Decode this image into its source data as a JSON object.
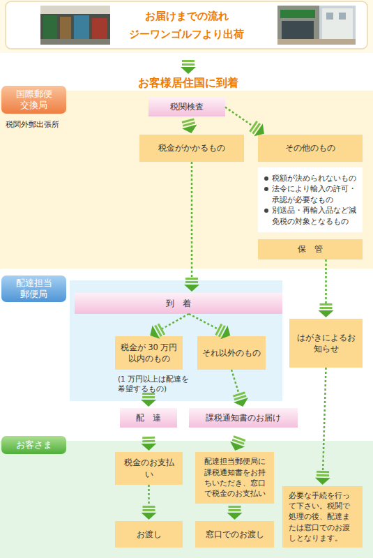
{
  "diagram": {
    "nodes": [
      {
        "text": [
          "お届けまでの流れ",
          "ジーワンゴルフより出荷"
        ]
      },
      {
        "text": [
          "国際郵便交換局",
          "税関外郵出張所"
        ]
      },
      {
        "text": [
          "税関検査"
        ]
      },
      {
        "text": [
          "税金がかかるもの"
        ]
      },
      {
        "text": [
          "その他のもの"
        ]
      },
      {
        "text": [
          "税額が決められないもの",
          "法令により輸入の許可・承認が必要なもの",
          "別送品・再輸入品など減免税の対象となるもの"
        ]
      },
      {
        "text": [
          "保管"
        ]
      },
      {
        "text": [
          "配達担当郵便局"
        ]
      },
      {
        "text": [
          "到着"
        ]
      },
      {
        "text": [
          "税金が 30 万円以内のもの",
          "(1 万円以上は配達を希望するもの)"
        ]
      },
      {
        "text": [
          "それ以外のもの"
        ]
      },
      {
        "text": [
          "はがきによるお知らせ"
        ]
      },
      {
        "text": [
          "お客さま"
        ]
      },
      {
        "text": [
          "配達"
        ]
      },
      {
        "text": [
          "課税通知書のお届け"
        ]
      },
      {
        "text": [
          "税金のお支払い"
        ]
      },
      {
        "text": [
          "配達担当郵便局に課税通知書をお持ちいただき、窓口で税金のお支払い"
        ]
      },
      {
        "text": [
          "必要な手続を行って下さい。税関で処理の後、配達または窓口でのお渡しとなります。"
        ]
      },
      {
        "text": [
          "お渡し"
        ]
      },
      {
        "text": [
          "窓口でのお渡し"
        ]
      }
    ],
    "edges": [
      {
        "from": 2,
        "to": 3,
        "arrow": "to"
      },
      {
        "from": 2,
        "to": 4,
        "arrow": "to"
      },
      {
        "from": 3,
        "to": 8,
        "arrow": "to"
      },
      {
        "from": 6,
        "to": 11,
        "arrow": "to"
      },
      {
        "from": 8,
        "to": 9,
        "arrow": "to"
      },
      {
        "from": 8,
        "to": 10,
        "arrow": "to"
      },
      {
        "from": 9,
        "to": 13,
        "arrow": "to"
      },
      {
        "from": 10,
        "to": 14,
        "arrow": "to"
      },
      {
        "from": 13,
        "to": 15,
        "arrow": "to"
      },
      {
        "from": 14,
        "to": 16,
        "arrow": "to"
      },
      {
        "from": 15,
        "to": 18,
        "arrow": "to"
      },
      {
        "from": 16,
        "to": 19,
        "arrow": "to"
      },
      {
        "from": 11,
        "to": 17,
        "arrow": "to"
      }
    ],
    "labels": [
      "お客様居住国に到着"
    ]
  }
}
